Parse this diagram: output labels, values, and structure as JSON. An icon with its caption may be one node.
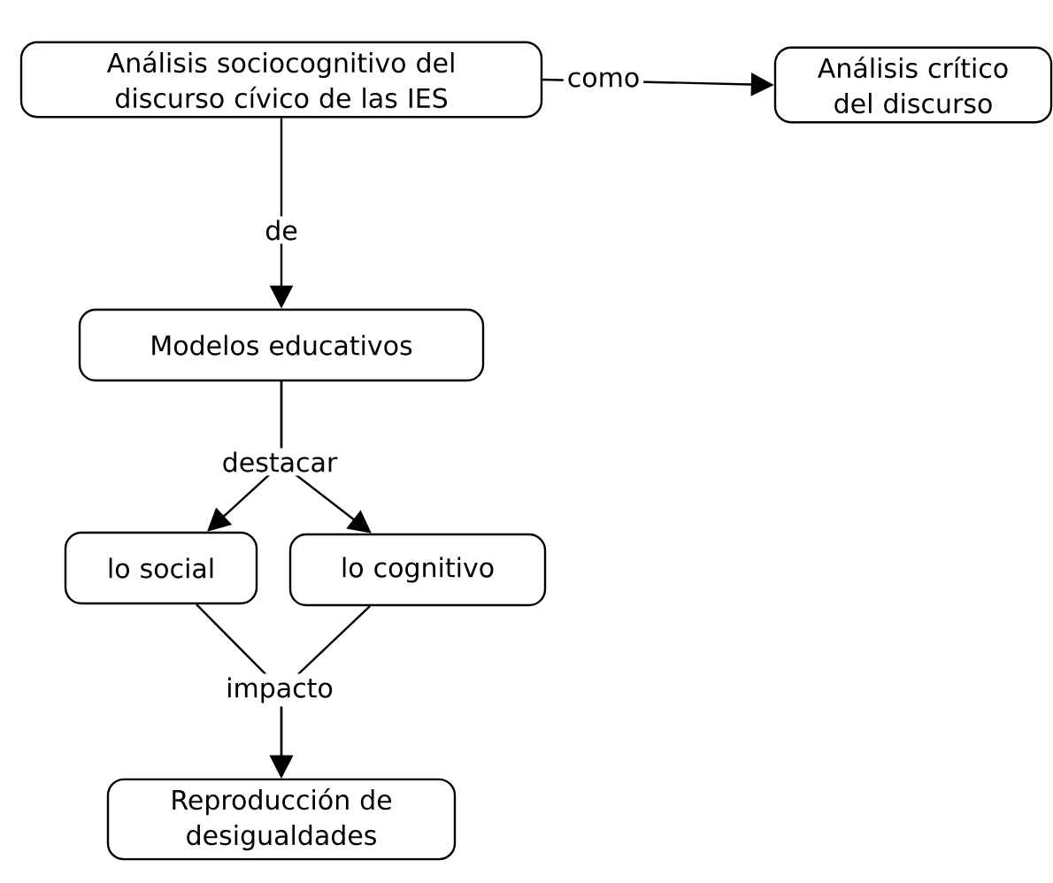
{
  "diagram": {
    "nodes": [
      {
        "text": [
          "Análisis sociocognitivo del discurso cívico de las IES"
        ]
      },
      {
        "text": [
          "Análisis crítico del discurso"
        ]
      },
      {
        "text": [
          "Modelos educativos"
        ]
      },
      {
        "text": [
          "lo social"
        ]
      },
      {
        "text": [
          "lo cognitivo"
        ]
      },
      {
        "text": [
          "Reproducción de desigualdades"
        ]
      }
    ],
    "edges": [
      {
        "from": 0,
        "to": 1,
        "arrow": "to",
        "label": "como"
      },
      {
        "from": 0,
        "to": 2,
        "arrow": "to",
        "label": "de"
      },
      {
        "from": 2,
        "to": 3,
        "arrow": "to",
        "label": "destacar"
      },
      {
        "from": 2,
        "to": 4,
        "arrow": "to"
      },
      {
        "from": 3,
        "to": 5,
        "arrow": "to",
        "label": "impacto"
      },
      {
        "from": 4,
        "to": 5,
        "arrow": "to"
      }
    ]
  }
}
